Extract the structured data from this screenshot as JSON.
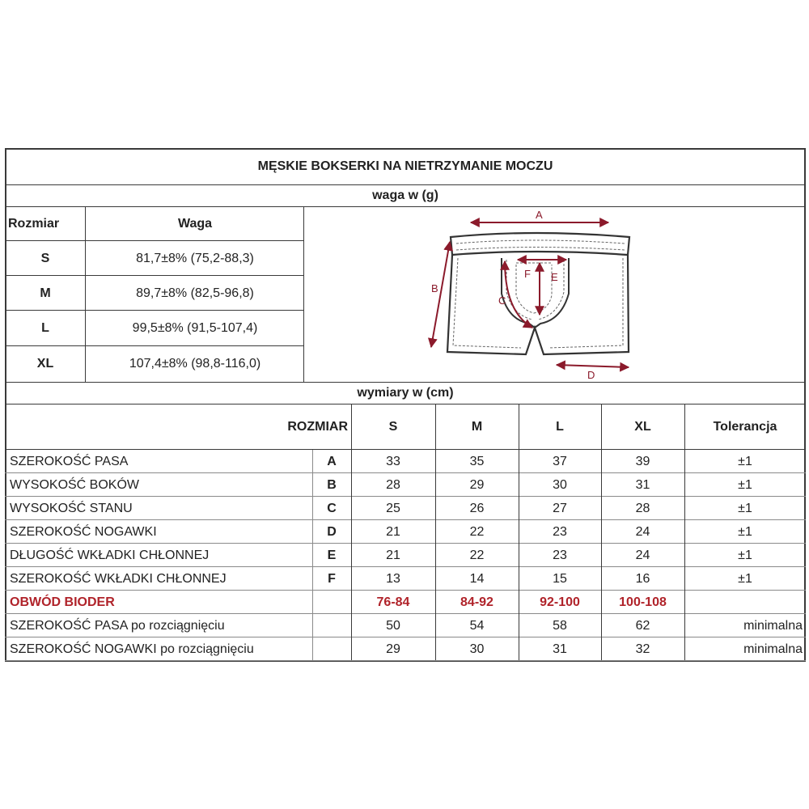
{
  "title": "MĘSKIE BOKSERKI NA NIETRZYMANIE MOCZU",
  "weight_section": {
    "header": "waga w (g)",
    "col_size": "Rozmiar",
    "col_weight": "Waga",
    "rows": [
      {
        "size": "S",
        "weight": "81,7±8% (75,2-88,3)"
      },
      {
        "size": "M",
        "weight": "89,7±8% (82,5-96,8)"
      },
      {
        "size": "L",
        "weight": "99,5±8% (91,5-107,4)"
      },
      {
        "size": "XL",
        "weight": "107,4±8% (98,8-116,0)"
      }
    ]
  },
  "diagram": {
    "labels": {
      "a": "A",
      "b": "B",
      "c": "C",
      "d": "D",
      "e": "E",
      "f": "F"
    },
    "colors": {
      "arrow": "#8b1a2b",
      "outline": "#333333"
    }
  },
  "dimensions_section": {
    "header": "wymiary w (cm)",
    "size_header": "ROZMIAR",
    "columns": [
      "S",
      "M",
      "L",
      "XL",
      "Tolerancja"
    ],
    "rows": [
      {
        "name": "SZEROKOŚĆ PASA",
        "code": "A",
        "values": [
          "33",
          "35",
          "37",
          "39"
        ],
        "tolerance": "±1"
      },
      {
        "name": "WYSOKOŚĆ BOKÓW",
        "code": "B",
        "values": [
          "28",
          "29",
          "30",
          "31"
        ],
        "tolerance": "±1"
      },
      {
        "name": "WYSOKOŚĆ STANU",
        "code": "C",
        "values": [
          "25",
          "26",
          "27",
          "28"
        ],
        "tolerance": "±1"
      },
      {
        "name": "SZEROKOŚĆ NOGAWKI",
        "code": "D",
        "values": [
          "21",
          "22",
          "23",
          "24"
        ],
        "tolerance": "±1"
      },
      {
        "name": "DŁUGOŚĆ WKŁADKI CHŁONNEJ",
        "code": "E",
        "values": [
          "21",
          "22",
          "23",
          "24"
        ],
        "tolerance": "±1"
      },
      {
        "name": "SZEROKOŚĆ WKŁADKI CHŁONNEJ",
        "code": "F",
        "values": [
          "13",
          "14",
          "15",
          "16"
        ],
        "tolerance": "±1"
      },
      {
        "name": "OBWÓD BIODER",
        "code": "",
        "values": [
          "76-84",
          "84-92",
          "92-100",
          "100-108"
        ],
        "tolerance": "",
        "highlight": true
      },
      {
        "name": "SZEROKOŚĆ PASA po rozciągnięciu",
        "code": "",
        "values": [
          "50",
          "54",
          "58",
          "62"
        ],
        "tolerance": "minimalna"
      },
      {
        "name": "SZEROKOŚĆ NOGAWKI po rozciągnięciu",
        "code": "",
        "values": [
          "29",
          "30",
          "31",
          "32"
        ],
        "tolerance": "minimalna"
      }
    ]
  }
}
